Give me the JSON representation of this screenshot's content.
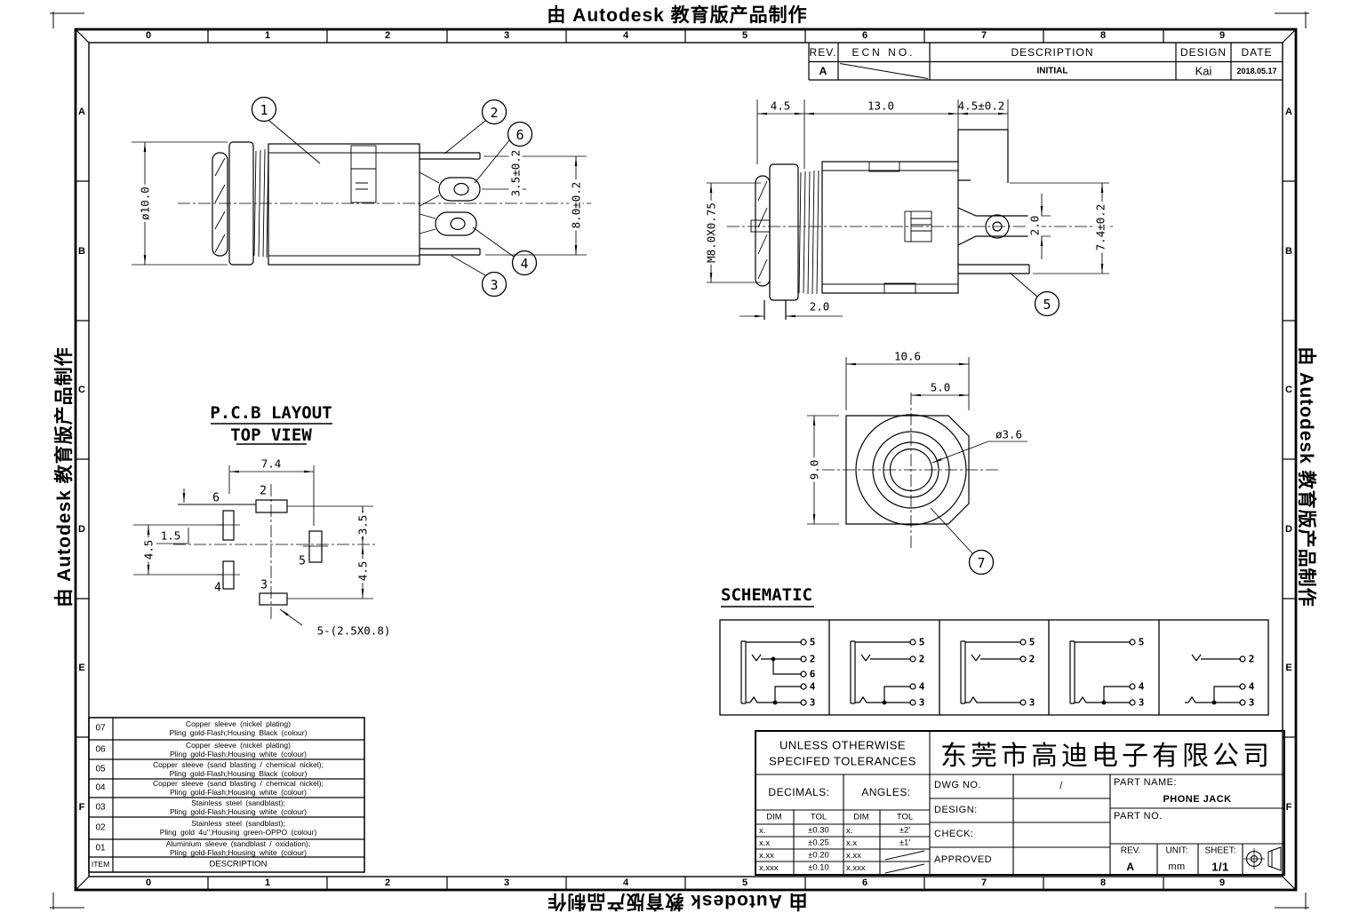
{
  "colors": {
    "ink": "#000000",
    "paper": "#ffffff"
  },
  "watermark": "由 Autodesk 教育版产品制作",
  "frame": {
    "cols": [
      "0",
      "1",
      "2",
      "3",
      "4",
      "5",
      "6",
      "7",
      "8",
      "9"
    ],
    "rows": [
      "A",
      "B",
      "C",
      "D",
      "E",
      "F"
    ]
  },
  "revision": {
    "h_rev": "REV.",
    "h_ecn": "ECN NO.",
    "h_desc": "DESCRIPTION",
    "h_design": "DESIGN",
    "h_date": "DATE",
    "rev": "A",
    "desc": "INITIAL",
    "design": "Kai",
    "date": "2018.05.17"
  },
  "side_view": {
    "dia": "ø10.0",
    "pitch": "3.5±0.2",
    "span": "8.0±0.2",
    "b1": "1",
    "b2": "2",
    "b3": "3",
    "b4": "4",
    "b6": "6"
  },
  "top_view": {
    "d1": "4.5",
    "d2": "13.0",
    "d3": "4.5±0.2",
    "thread": "M8.0X0.75",
    "pin": "2.0",
    "span": "7.4±0.2",
    "shaft": "2.0",
    "b5": "5"
  },
  "pcb": {
    "title": "P.C.B LAYOUT",
    "subtitle": "TOP VIEW",
    "w": "7.4",
    "pad_w": "1.5",
    "l45": "4.5",
    "r35": "3.5",
    "r45": "4.5",
    "p2": "2",
    "p3": "3",
    "p4": "4",
    "p5": "5",
    "p6": "6",
    "note": "5-(2.5X0.8)"
  },
  "front_view": {
    "w": "10.6",
    "half": "5.0",
    "h": "9.0",
    "bore": "ø3.6",
    "b7": "7"
  },
  "schematic": {
    "title": "SCHEMATIC",
    "panels": [
      {
        "t": [
          "5",
          "2",
          "6",
          "4",
          "3"
        ]
      },
      {
        "t": [
          "5",
          "2",
          "4",
          "3"
        ]
      },
      {
        "t": [
          "5",
          "2",
          "3"
        ]
      },
      {
        "t": [
          "5",
          "4",
          "3"
        ]
      },
      {
        "t": [
          "2",
          "4",
          "3"
        ]
      }
    ]
  },
  "items": {
    "item_h": "ITEM",
    "desc_h": "DESCRIPTION",
    "rows": [
      {
        "no": "07",
        "l1": "Copper sleeve (nickel plating)",
        "l2": "Pling gold-Flash;Housing Black (colour)"
      },
      {
        "no": "06",
        "l1": "Copper sleeve (nickel plating)",
        "l2": "Pling gold-Flash;Housing white (colour)"
      },
      {
        "no": "05",
        "l1": "Copper sleeve (sand blasting / chemical nickel);",
        "l2": "Pling gold-Flash;Housing Black (colour)"
      },
      {
        "no": "04",
        "l1": "Copper sleeve (sand blasting / chemical nickel);",
        "l2": "Pling gold-Flash;Housing white (colour)"
      },
      {
        "no": "03",
        "l1": "Stainless steel (sandblast);",
        "l2": "Pling gold-Flash;Housing white (colour)"
      },
      {
        "no": "02",
        "l1": "Stainless steel (sandblast);",
        "l2": "Pling gold 4u'';Housing green-OPPO (colour)"
      },
      {
        "no": "01",
        "l1": "Aluminium sleeve (sandblast / oxidation);",
        "l2": "Pling gold-Flash;Housing white (colour)"
      }
    ]
  },
  "tblock": {
    "tol_note1": "UNLESS OTHERWISE",
    "tol_note2": "SPECIFED TOLERANCES",
    "company": "东莞市高迪电子有限公司",
    "decimals": "DECIMALS:",
    "angles": "ANGLES:",
    "dim": "DIM",
    "tol": "TOL",
    "dec_rows": [
      [
        "x.",
        "±0.30"
      ],
      [
        "x.x",
        "±0.25"
      ],
      [
        "x.xx",
        "±0.20"
      ],
      [
        "x.xxx",
        "±0.10"
      ]
    ],
    "ang_rows": [
      [
        "x.",
        "±2'"
      ],
      [
        "x.x",
        "±1'"
      ],
      [
        "x.xx",
        ""
      ],
      [
        "x.xxx",
        ""
      ]
    ],
    "dwg_no": "DWG NO.",
    "dwg_val": "/",
    "design": "DESIGN:",
    "check": "CHECK:",
    "approved": "APPROVED",
    "part_name": "PART NAME:",
    "part_name_val": "PHONE JACK",
    "part_no": "PART NO.",
    "rev": "REV.",
    "rev_val": "A",
    "unit": "UNIT:",
    "unit_val": "mm",
    "sheet": "SHEET:",
    "sheet_val": "1/1"
  }
}
